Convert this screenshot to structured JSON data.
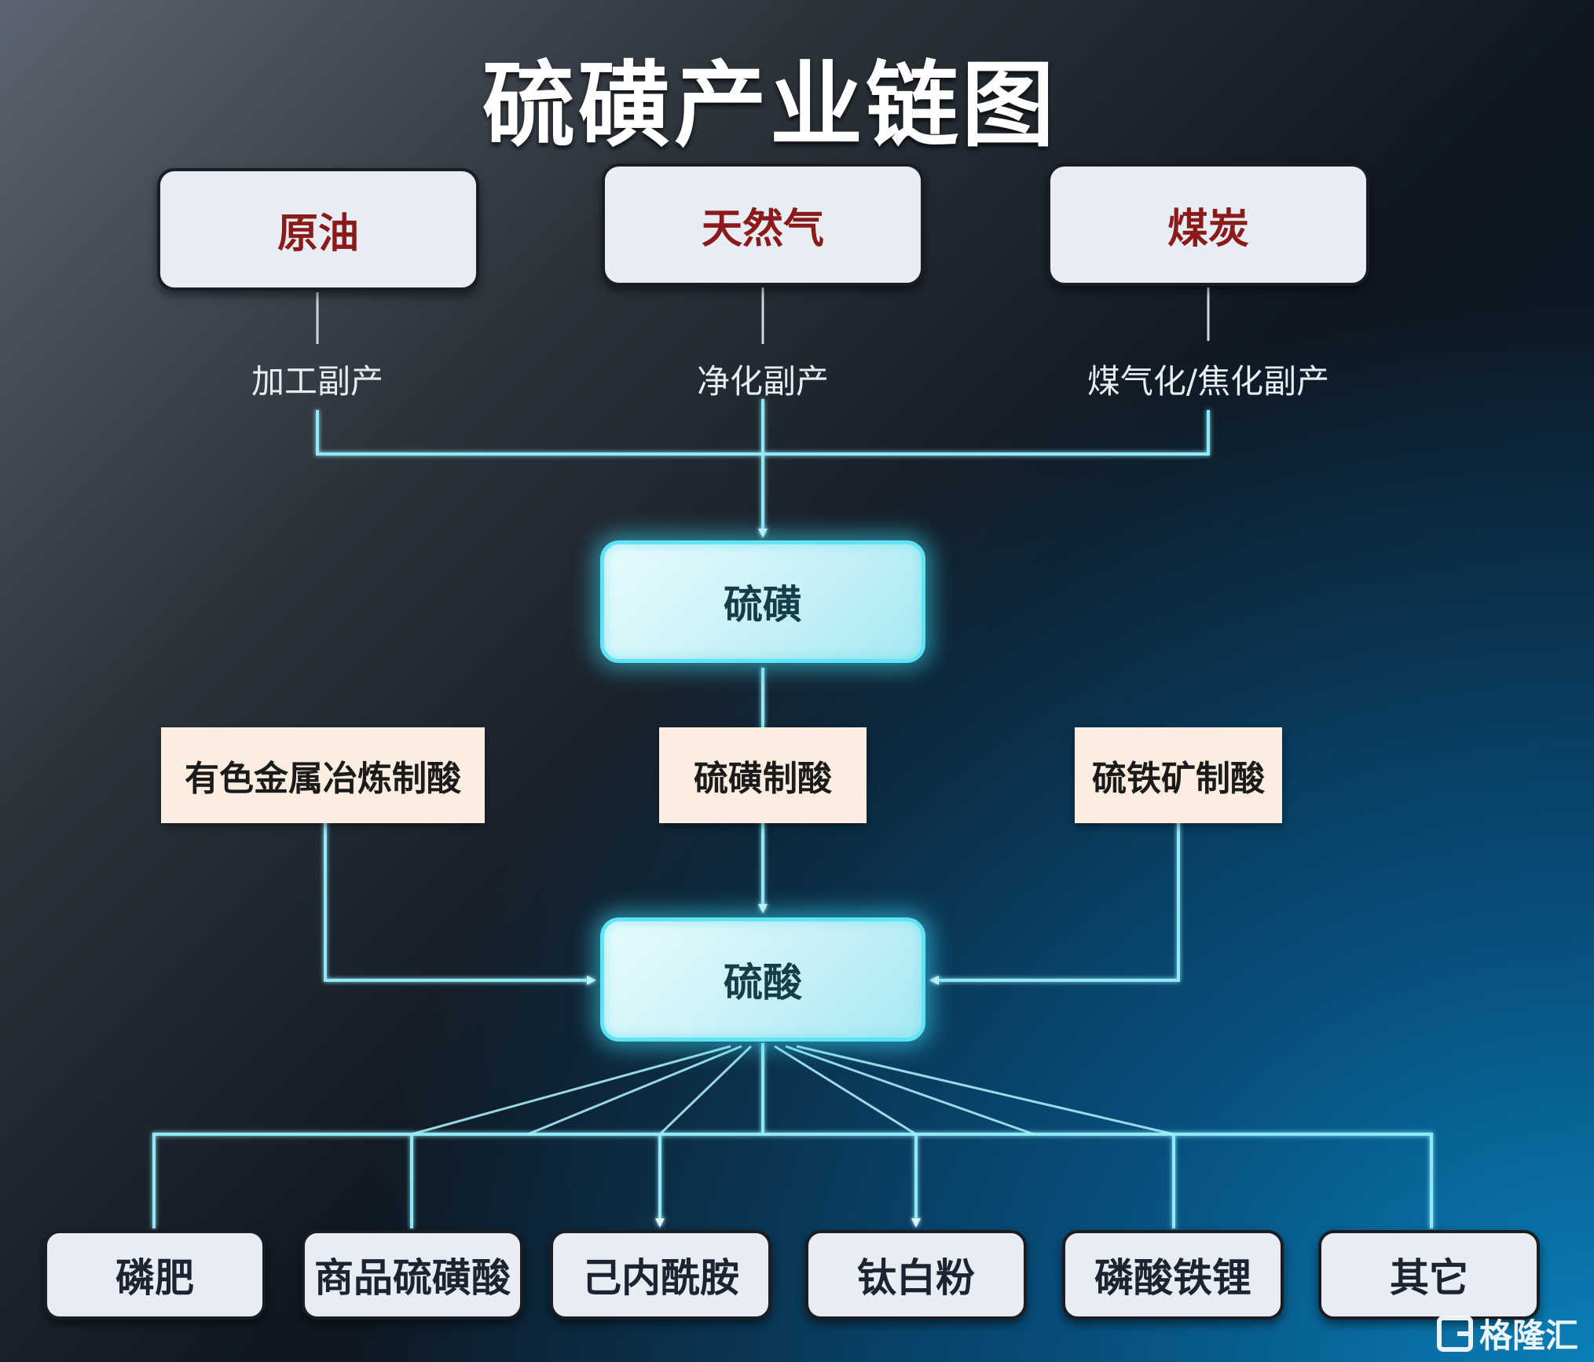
{
  "title": "硫磺产业链图",
  "sources": [
    {
      "name": "原油",
      "process": "加工副产"
    },
    {
      "name": "天然气",
      "process": "净化副产"
    },
    {
      "name": "煤炭",
      "process": "煤气化/焦化副产"
    }
  ],
  "center": "硫磺",
  "acid_routes": [
    "有色金属冶炼制酸",
    "硫磺制酸",
    "硫铁矿制酸"
  ],
  "acid": "硫酸",
  "products": [
    "磷肥",
    "商品硫磺酸",
    "己内酰胺",
    "钛白粉",
    "磷酸铁锂",
    "其它"
  ],
  "watermark": "格隆汇",
  "colors": {
    "glow": "#5fe3f5",
    "source_text": "#8b1a1a",
    "route_bg": "#fbeee1"
  }
}
